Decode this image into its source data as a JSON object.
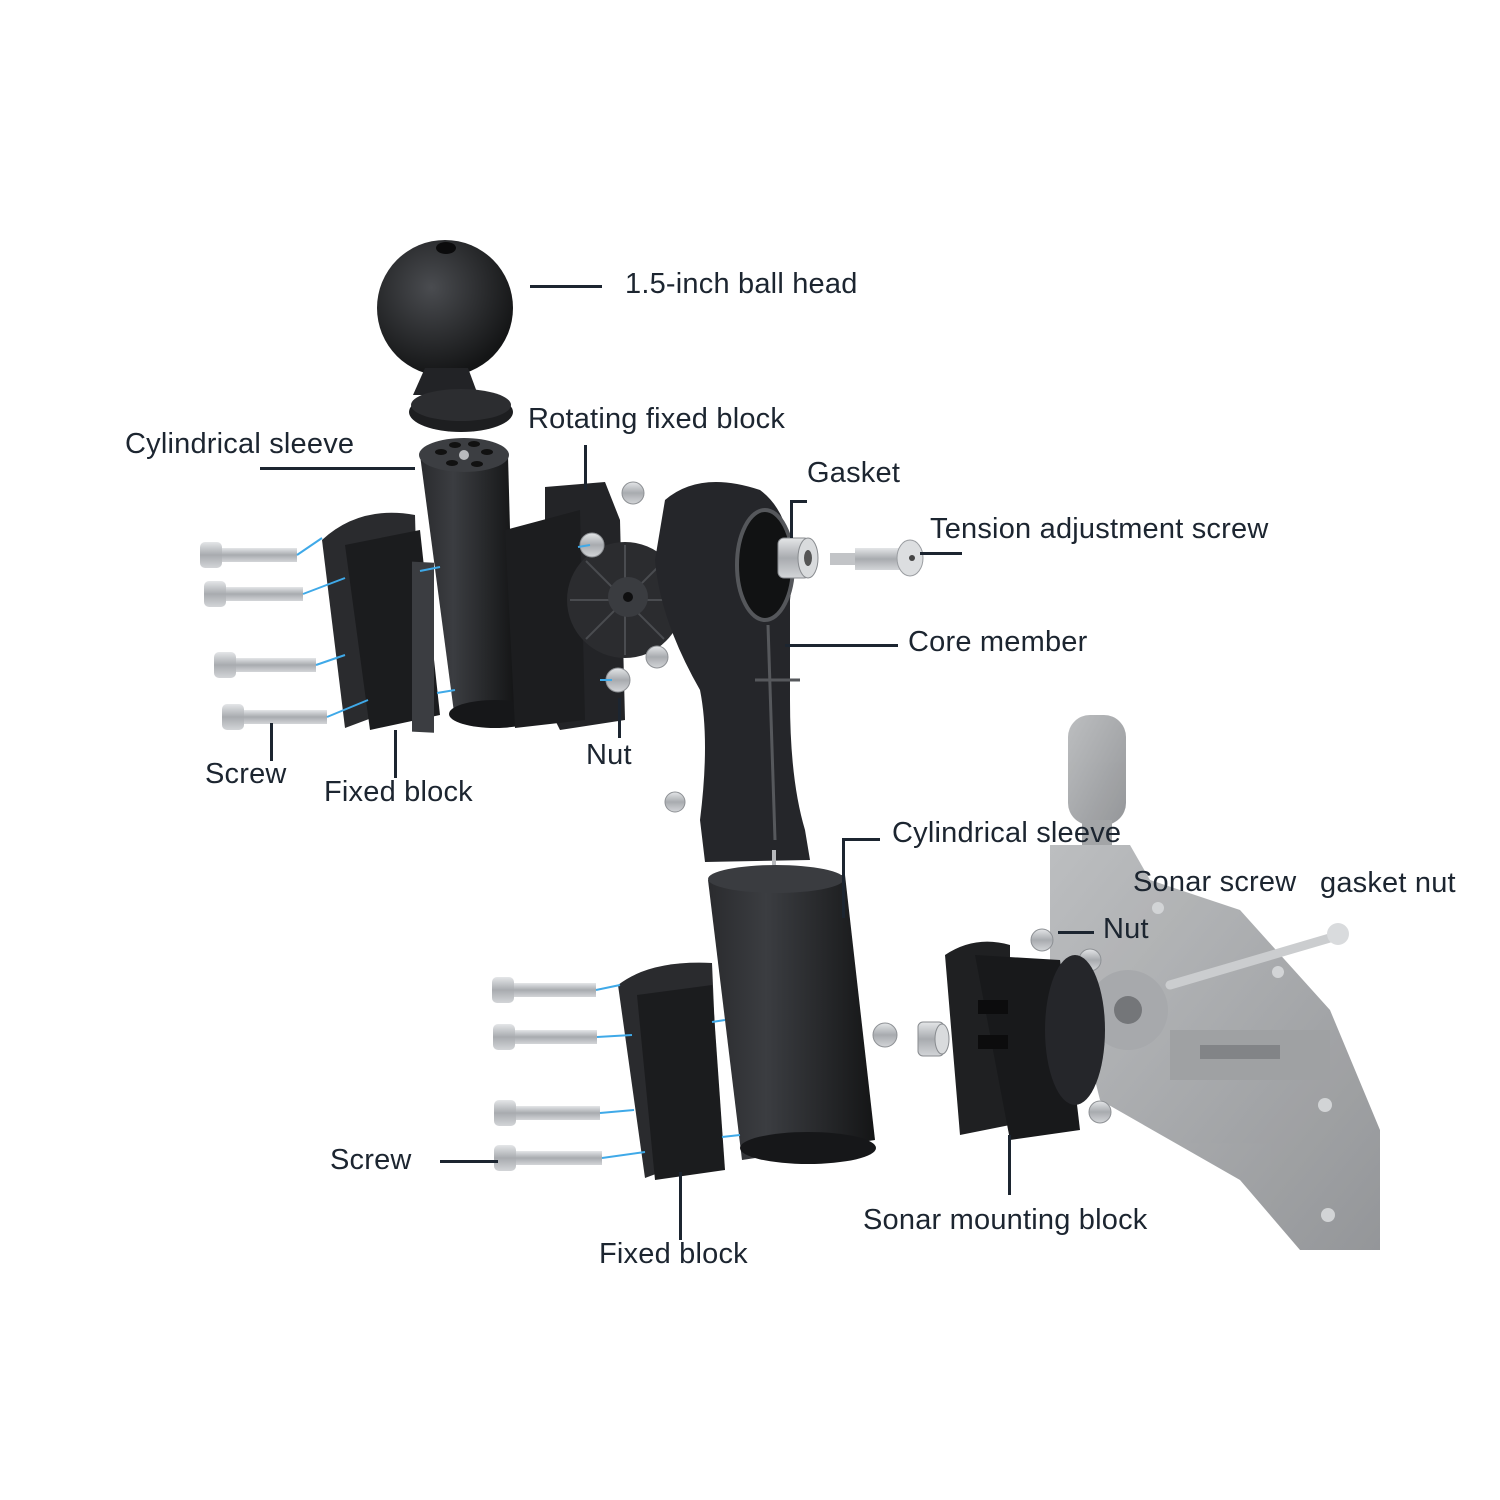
{
  "diagram": {
    "type": "exploded-view",
    "subject": "Sonar ball mount assembly",
    "colors": {
      "background": "#ffffff",
      "label_text": "#1c2530",
      "part_black": "#1e1f21",
      "part_highlight": "#3a3c40",
      "metal": "#c4c6c9",
      "alignment_line": "#3fa9e8",
      "sonar_ghost": "#a9abad"
    },
    "labels": {
      "ball_head": "1.5-inch ball head",
      "rotating_fixed_block": "Rotating fixed block",
      "cylindrical_sleeve_top": "Cylindrical sleeve",
      "gasket": "Gasket",
      "tension_adjustment_screw": "Tension adjustment screw",
      "core_member": "Core member",
      "screw_top": "Screw",
      "fixed_block_top": "Fixed block",
      "nut_top": "Nut",
      "cylindrical_sleeve_bottom": "Cylindrical sleeve",
      "sonar_screw": "Sonar screw",
      "gasket_nut": "gasket nut",
      "nut_bottom": "Nut",
      "screw_bottom": "Screw",
      "fixed_block_bottom": "Fixed block",
      "sonar_mounting_block": "Sonar mounting block"
    }
  }
}
